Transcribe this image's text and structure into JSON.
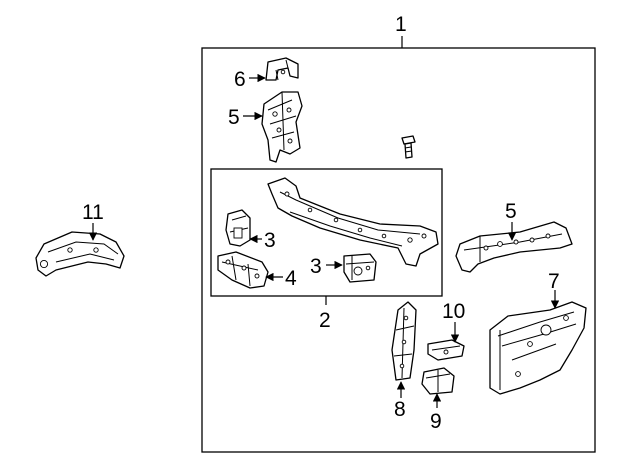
{
  "callouts": {
    "c1": "1",
    "c2": "2",
    "c3a": "3",
    "c3b": "3",
    "c4": "4",
    "c5a": "5",
    "c5b": "5",
    "c6": "6",
    "c7": "7",
    "c8": "8",
    "c9": "9",
    "c10": "10",
    "c11": "11"
  },
  "colors": {
    "line": "#000000",
    "background": "#ffffff"
  }
}
